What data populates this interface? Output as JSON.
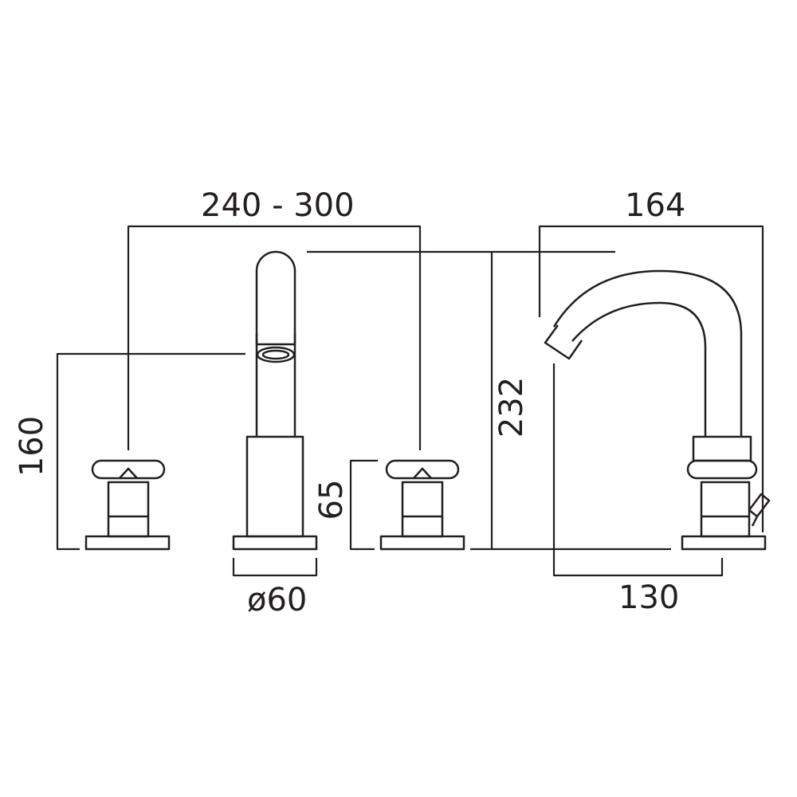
{
  "dimensions": {
    "tap_spread": "240 - 300",
    "overall_height": "160",
    "handle_height": "65",
    "base_diameter": "ø60",
    "spout_height": "232",
    "spout_reach": "164",
    "spout_projection": "130"
  },
  "colors": {
    "line": "#231f20",
    "background": "#ffffff"
  }
}
